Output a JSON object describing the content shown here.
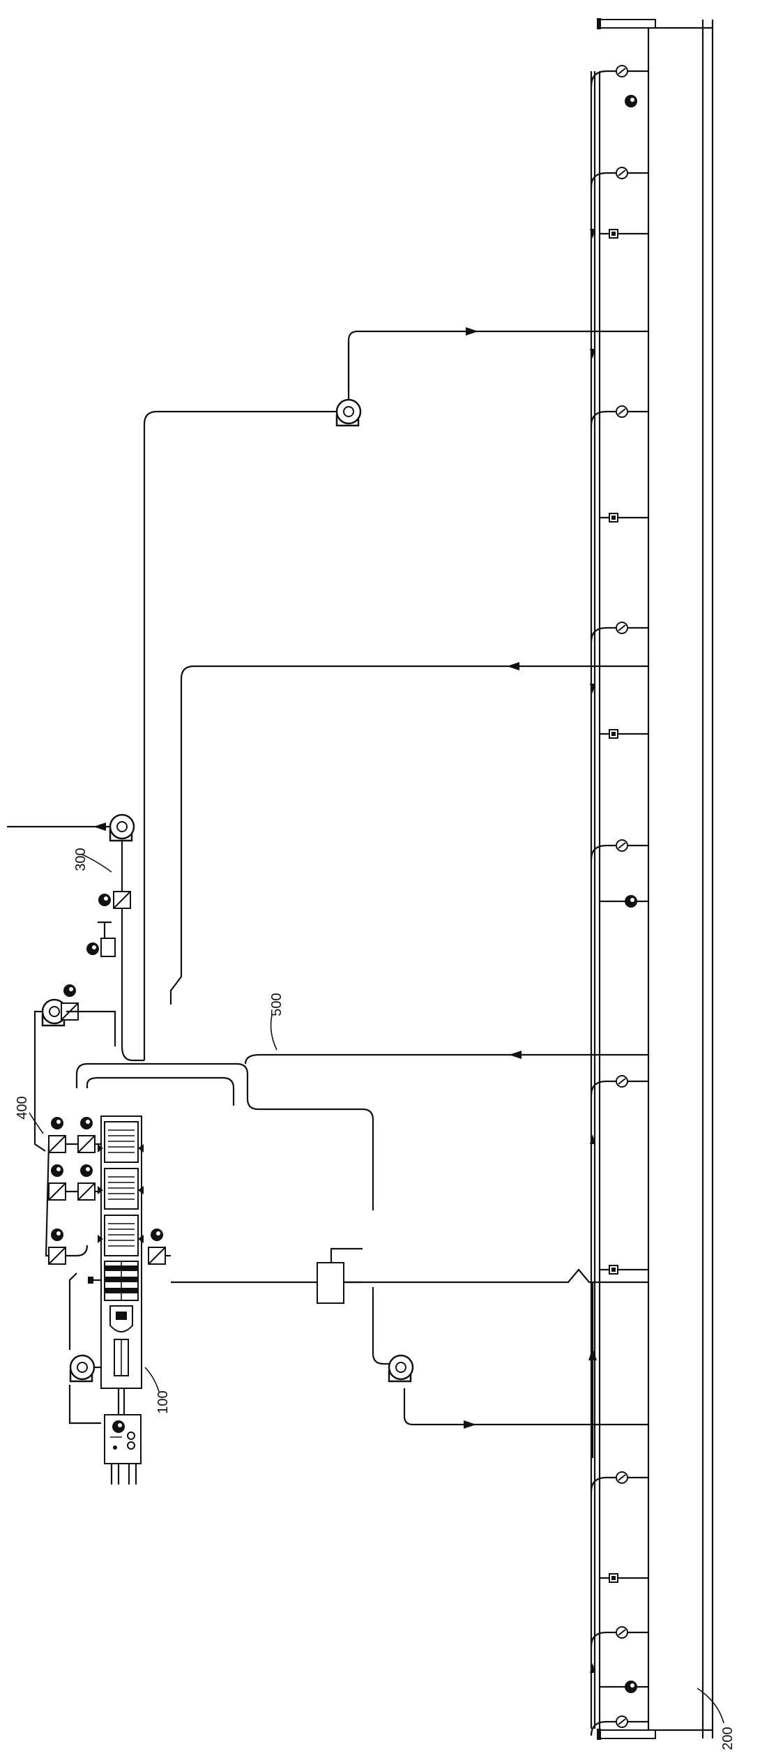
{
  "labels": {
    "system_unit": "100",
    "tank": "200",
    "exhaust_line": "300",
    "air_line": "400",
    "return_line": "500"
  }
}
